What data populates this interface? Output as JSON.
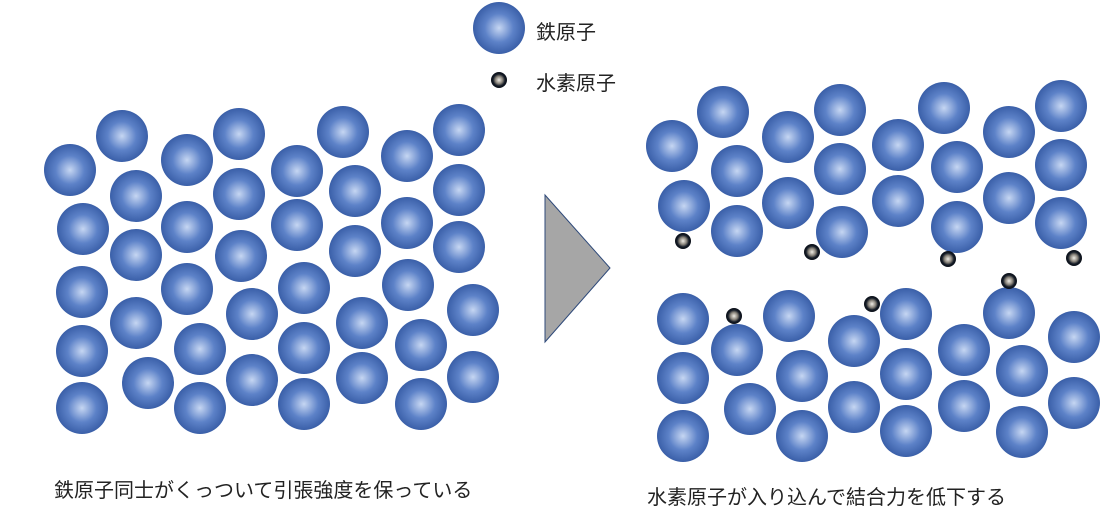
{
  "legend": {
    "iron_label": "鉄原子",
    "hydrogen_label": "水素原子"
  },
  "captions": {
    "left": "鉄原子同士がくっついて引張強度を保っている",
    "right": "水素原子が入り込んで結合力を低下する"
  },
  "colors": {
    "iron_center": "#b8cdf0",
    "iron_edge": "#3b62ad",
    "hydrogen_center": "#e8e4dc",
    "hydrogen_edge": "#0d1420",
    "arrow_fill": "#a6a6a6",
    "arrow_stroke": "#2f4a7a"
  }
}
